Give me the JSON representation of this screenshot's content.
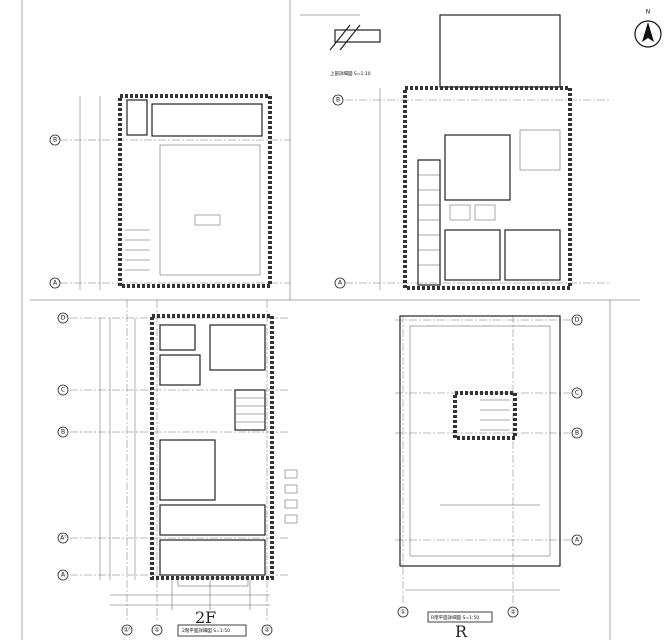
{
  "north_arrow": {
    "label": "N"
  },
  "sheets": [
    {
      "id": "plan-1f",
      "grid_rows": [
        "B",
        "A"
      ]
    },
    {
      "id": "plan-2f-upper",
      "grid_rows": [
        "B",
        "A"
      ]
    },
    {
      "id": "plan-2f",
      "grid_rows": [
        "D",
        "C",
        "B",
        "A'",
        "A"
      ],
      "grid_cols": [
        "①'",
        "①",
        "②"
      ],
      "title": "2階平面詳細図 S=1:50",
      "handwritten": "2F"
    },
    {
      "id": "plan-roof",
      "grid_rows": [
        "D",
        "C",
        "B",
        "A"
      ],
      "grid_cols": [
        "①",
        "②"
      ],
      "title": "R階平面詳細図 S=1:50",
      "handwritten": "R"
    }
  ],
  "detail_title": "上部詳細図 S=1:10"
}
